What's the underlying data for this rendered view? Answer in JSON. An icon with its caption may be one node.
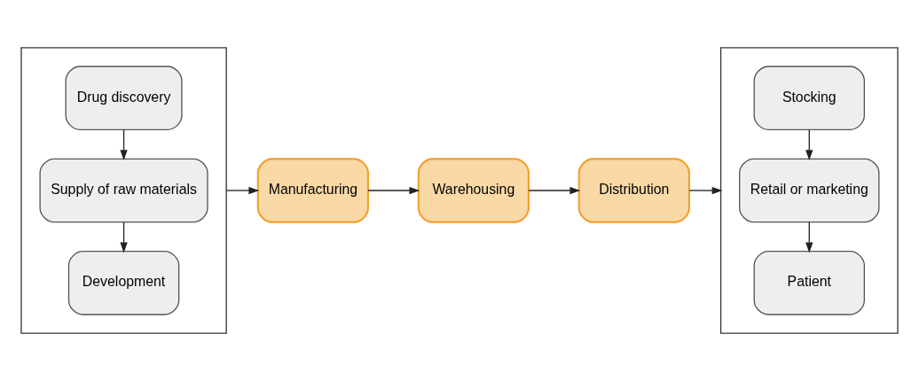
{
  "diagram": {
    "nodes": [
      {
        "text": [],
        "shape": "box"
      },
      {
        "text": [
          "Drug discovery"
        ],
        "in": 0
      },
      {
        "text": [
          "Supply of raw materials"
        ],
        "in": 0
      },
      {
        "text": [
          "Development"
        ],
        "in": 0
      },
      {
        "text": [
          "Manufacturing"
        ]
      },
      {
        "text": [
          "Warehousing"
        ]
      },
      {
        "text": [
          "Distribution"
        ]
      },
      {
        "text": [],
        "shape": "box"
      },
      {
        "text": [
          "Stocking"
        ],
        "in": 7
      },
      {
        "text": [
          "Retail or marketing"
        ],
        "in": 7
      },
      {
        "text": [
          "Patient"
        ],
        "in": 7
      }
    ],
    "edges": [
      {
        "from": 1,
        "to": 2,
        "arrow": "to"
      },
      {
        "from": 2,
        "to": 3,
        "arrow": "to"
      },
      {
        "from": 0,
        "to": 4,
        "arrow": "to"
      },
      {
        "from": 4,
        "to": 5,
        "arrow": "to"
      },
      {
        "from": 5,
        "to": 6,
        "arrow": "to"
      },
      {
        "from": 6,
        "to": 7,
        "arrow": "to"
      },
      {
        "from": 8,
        "to": 9,
        "arrow": "to"
      },
      {
        "from": 9,
        "to": 10,
        "arrow": "to"
      }
    ]
  }
}
